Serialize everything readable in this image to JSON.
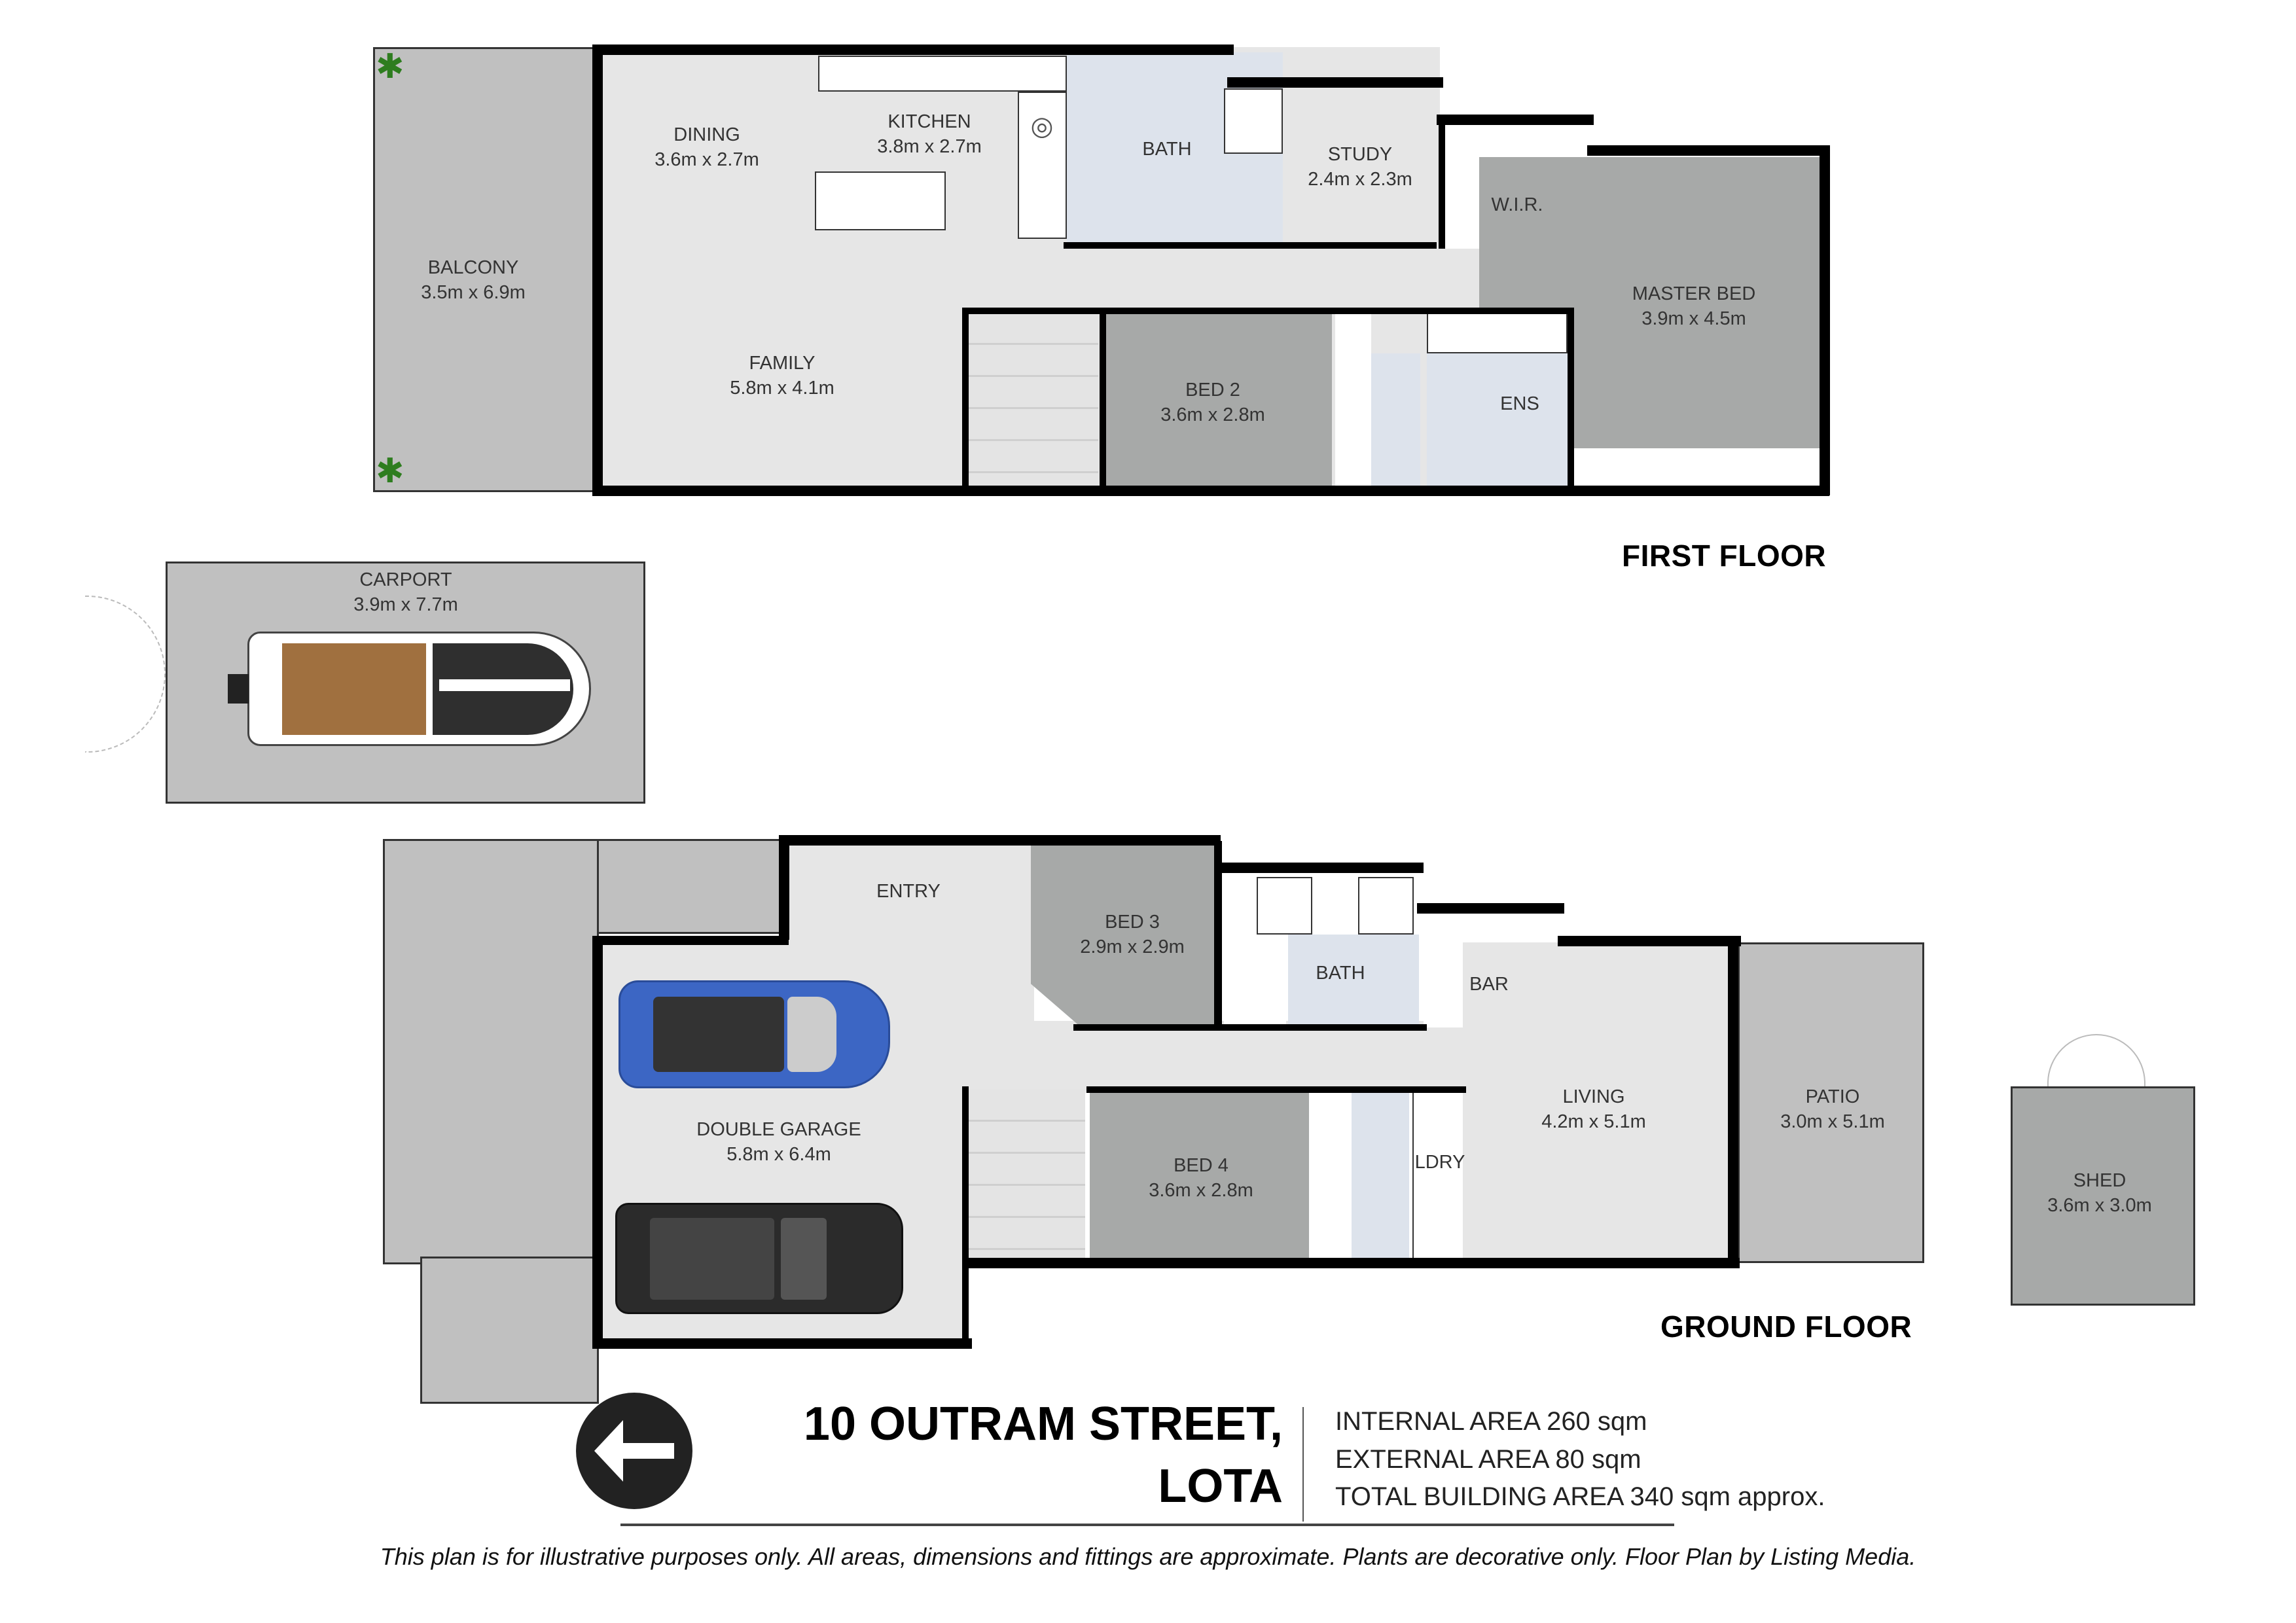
{
  "first_floor": {
    "title": "FIRST FLOOR",
    "rooms": [
      {
        "name": "BALCONY",
        "dim": "3.5m x 6.9m"
      },
      {
        "name": "DINING",
        "dim": "3.6m x 2.7m"
      },
      {
        "name": "KITCHEN",
        "dim": "3.8m x 2.7m"
      },
      {
        "name": "BATH",
        "dim": ""
      },
      {
        "name": "STUDY",
        "dim": "2.4m x 2.3m"
      },
      {
        "name": "W.I.R.",
        "dim": ""
      },
      {
        "name": "MASTER BED",
        "dim": "3.9m x 4.5m"
      },
      {
        "name": "FAMILY",
        "dim": "5.8m x 4.1m"
      },
      {
        "name": "BED 2",
        "dim": "3.6m x 2.8m"
      },
      {
        "name": "ENS",
        "dim": ""
      }
    ]
  },
  "carport": {
    "name": "CARPORT",
    "dim": "3.9m x 7.7m"
  },
  "ground_floor": {
    "title": "GROUND FLOOR",
    "rooms": [
      {
        "name": "ENTRY",
        "dim": ""
      },
      {
        "name": "BED 3",
        "dim": "2.9m x 2.9m"
      },
      {
        "name": "BATH",
        "dim": ""
      },
      {
        "name": "BAR",
        "dim": ""
      },
      {
        "name": "DOUBLE GARAGE",
        "dim": "5.8m x 6.4m"
      },
      {
        "name": "BED 4",
        "dim": "3.6m x 2.8m"
      },
      {
        "name": "LDRY",
        "dim": ""
      },
      {
        "name": "LIVING",
        "dim": "4.2m x 5.1m"
      },
      {
        "name": "PATIO",
        "dim": "3.0m x 5.1m"
      }
    ]
  },
  "shed": {
    "name": "SHED",
    "dim": "3.6m x 3.0m"
  },
  "footer": {
    "address_line1": "10 OUTRAM STREET,",
    "address_line2": "LOTA",
    "areas": [
      "INTERNAL AREA 260 sqm",
      "EXTERNAL AREA 80 sqm",
      "TOTAL BUILDING AREA 340 sqm approx."
    ],
    "compass_icon": "north-arrow-left",
    "disclaimer": "This plan is for illustrative purposes only. All areas, dimensions and fittings are approximate. Plants are decorative only. Floor Plan by Listing Media."
  }
}
